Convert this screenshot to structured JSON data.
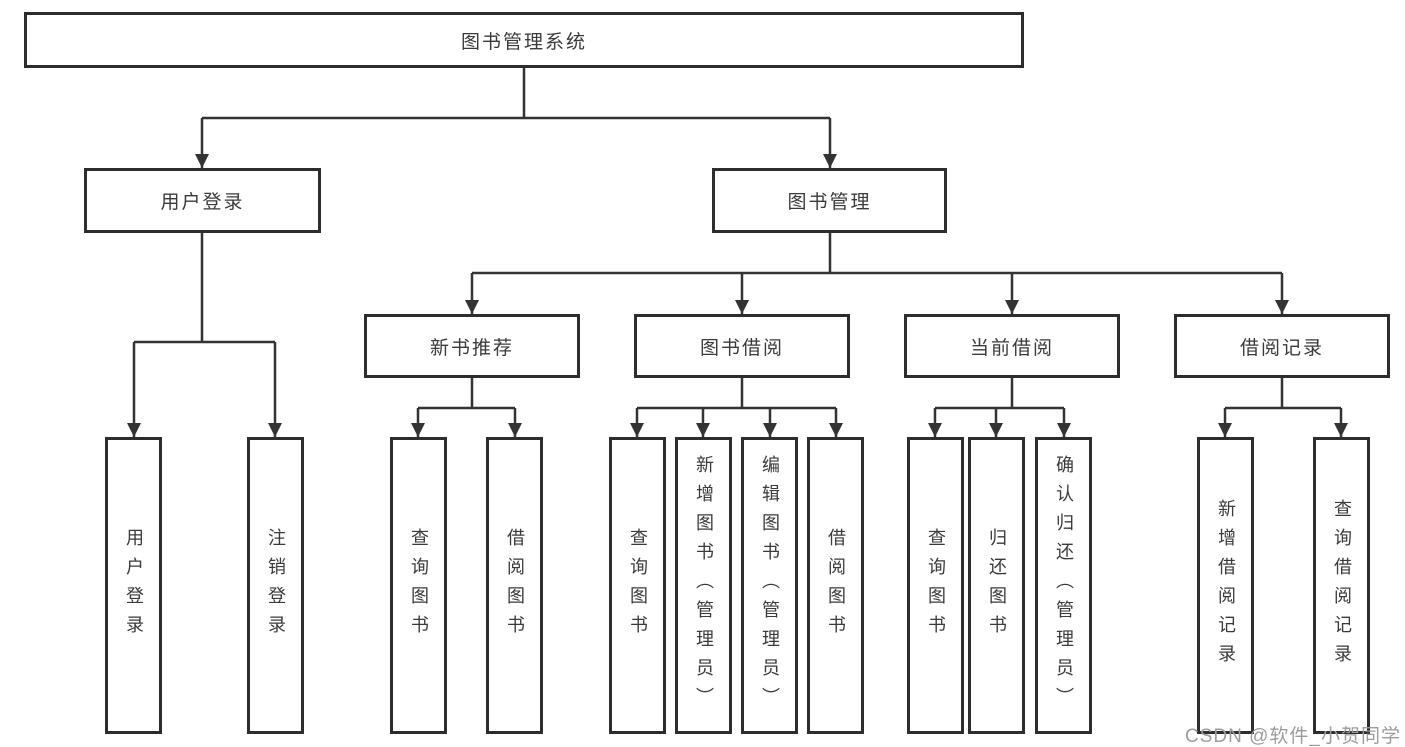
{
  "tree": {
    "root": {
      "label": "图书管理系统",
      "children": [
        {
          "label": "用户登录",
          "children": [
            {
              "label": "用户登录"
            },
            {
              "label": "注销登录"
            }
          ]
        },
        {
          "label": "图书管理",
          "children": [
            {
              "label": "新书推荐",
              "children": [
                {
                  "label": "查询图书"
                },
                {
                  "label": "借阅图书"
                }
              ]
            },
            {
              "label": "图书借阅",
              "children": [
                {
                  "label": "查询图书"
                },
                {
                  "label": "新增图书（管理员）"
                },
                {
                  "label": "编辑图书（管理员）"
                },
                {
                  "label": "借阅图书"
                }
              ]
            },
            {
              "label": "当前借阅",
              "children": [
                {
                  "label": "查询图书"
                },
                {
                  "label": "归还图书"
                },
                {
                  "label": "确认归还（管理员）"
                }
              ]
            },
            {
              "label": "借阅记录",
              "children": [
                {
                  "label": "新增借阅记录"
                },
                {
                  "label": "查询借阅记录"
                }
              ]
            }
          ]
        }
      ]
    }
  },
  "watermark": "CSDN @软件_小贺同学",
  "colors": {
    "background": "#ffffff",
    "box_border": "#2d2d2d",
    "connector_line": "#333333",
    "text": "#3a3a3a",
    "watermark_text": "#9c9c9c"
  }
}
